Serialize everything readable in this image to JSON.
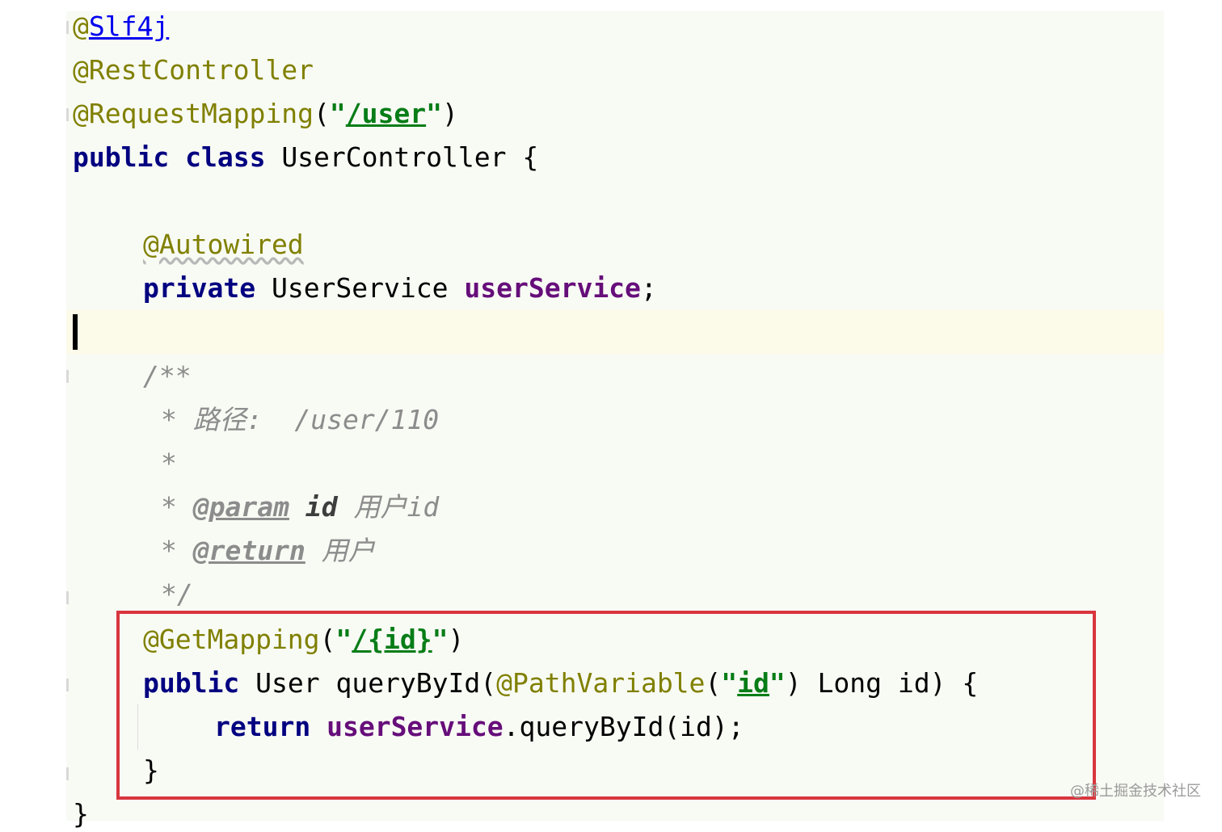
{
  "code": {
    "ann_slf4j_at": "@",
    "ann_slf4j_name": "Slf4j",
    "ann_rest_controller": "@RestController",
    "ann_request_mapping": "@RequestMapping",
    "request_mapping_open": "(",
    "request_mapping_q1": "\"",
    "request_mapping_path": "/user",
    "request_mapping_q2": "\"",
    "request_mapping_close": ")",
    "kw_public": "public",
    "kw_class": "class",
    "class_name": "UserController",
    "brace_open": "{",
    "ann_autowired": "@Autowired",
    "kw_private": "private",
    "service_type": "UserService",
    "service_field": "userService",
    "semicolon": ";",
    "doc_open": "/**",
    "doc_star": "*",
    "doc_path_text": "路径:  /user/110",
    "doc_param_tag": "@param",
    "doc_param_name": "id",
    "doc_param_desc": "用户id",
    "doc_return_tag": "@return",
    "doc_return_desc": "用户",
    "doc_close": "*/",
    "ann_get_mapping": "@GetMapping",
    "get_mapping_open": "(",
    "get_mapping_q1": "\"",
    "get_mapping_path": "/{id}",
    "get_mapping_q2": "\"",
    "get_mapping_close": ")",
    "kw_public2": "public",
    "return_type": "User",
    "method_name": "queryById(",
    "ann_path_variable": "@PathVariable",
    "path_variable_open": "(",
    "path_variable_q1": "\"",
    "path_variable_value": "id",
    "path_variable_q2": "\"",
    "path_variable_close": ")",
    "param_decl": "Long id) {",
    "kw_return": "return",
    "return_field": "userService",
    "return_call": ".queryById(id);",
    "method_close": "}",
    "class_close": "}"
  },
  "watermark": "@稀土掘金技术社区",
  "colors": {
    "annotation": "#808000",
    "keyword": "#000080",
    "string": "#067d17",
    "field": "#660e7a",
    "comment": "#8c8c8c",
    "highlight_box": "#d9363e"
  }
}
